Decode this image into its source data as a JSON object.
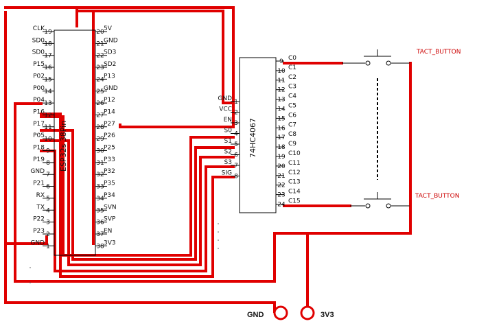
{
  "esp32": {
    "name": "ESP32s 38Pin",
    "left_pins": [
      {
        "name": "CLK",
        "num": "19"
      },
      {
        "name": "SD0",
        "num": "18"
      },
      {
        "name": "SD0",
        "num": "17"
      },
      {
        "name": "P15",
        "num": "16"
      },
      {
        "name": "P02",
        "num": "15"
      },
      {
        "name": "P00",
        "num": "14"
      },
      {
        "name": "P04",
        "num": "13"
      },
      {
        "name": "P16",
        "num": "12"
      },
      {
        "name": "P17",
        "num": "11"
      },
      {
        "name": "P05",
        "num": "10"
      },
      {
        "name": "P18",
        "num": "9"
      },
      {
        "name": "P19",
        "num": "8"
      },
      {
        "name": "GND",
        "num": "7"
      },
      {
        "name": "P21",
        "num": "6"
      },
      {
        "name": "RX",
        "num": "5"
      },
      {
        "name": "TX",
        "num": "4"
      },
      {
        "name": "P22",
        "num": "3"
      },
      {
        "name": "P23",
        "num": "2"
      },
      {
        "name": "GND",
        "num": "1"
      }
    ],
    "right_pins": [
      {
        "name": "5V",
        "num": "20"
      },
      {
        "name": "GND",
        "num": "21"
      },
      {
        "name": "SD3",
        "num": "22"
      },
      {
        "name": "SD2",
        "num": "23"
      },
      {
        "name": "P13",
        "num": "24"
      },
      {
        "name": "GND",
        "num": "25"
      },
      {
        "name": "P12",
        "num": "26"
      },
      {
        "name": "P14",
        "num": "27"
      },
      {
        "name": "P27",
        "num": "28"
      },
      {
        "name": "P26",
        "num": "29"
      },
      {
        "name": "P25",
        "num": "30"
      },
      {
        "name": "P33",
        "num": "31"
      },
      {
        "name": "P32",
        "num": "32"
      },
      {
        "name": "P35",
        "num": "33"
      },
      {
        "name": "P34",
        "num": "34"
      },
      {
        "name": "SVN",
        "num": "35"
      },
      {
        "name": "SVP",
        "num": "36"
      },
      {
        "name": "EN",
        "num": "37"
      },
      {
        "name": "3V3",
        "num": "38"
      }
    ]
  },
  "mux": {
    "name": "74HC4067",
    "left_pins": [
      {
        "name": "GND",
        "num": "1"
      },
      {
        "name": "VCC",
        "num": "2"
      },
      {
        "name": "EN",
        "num": "3"
      },
      {
        "name": "S0",
        "num": "4"
      },
      {
        "name": "S1",
        "num": "5"
      },
      {
        "name": "S2",
        "num": "6"
      },
      {
        "name": "S3",
        "num": "7"
      },
      {
        "name": "SIG",
        "num": "8"
      }
    ],
    "right_pins": [
      {
        "name": "C0",
        "num": "9"
      },
      {
        "name": "C1",
        "num": "10"
      },
      {
        "name": "C2",
        "num": "11"
      },
      {
        "name": "C3",
        "num": "12"
      },
      {
        "name": "C4",
        "num": "13"
      },
      {
        "name": "C5",
        "num": "14"
      },
      {
        "name": "C6",
        "num": "15"
      },
      {
        "name": "C7",
        "num": "16"
      },
      {
        "name": "C8",
        "num": "17"
      },
      {
        "name": "C9",
        "num": "18"
      },
      {
        "name": "C10",
        "num": "19"
      },
      {
        "name": "C11",
        "num": "20"
      },
      {
        "name": "C12",
        "num": "21"
      },
      {
        "name": "C13",
        "num": "22"
      },
      {
        "name": "C14",
        "num": "23"
      },
      {
        "name": "C15",
        "num": "24"
      }
    ]
  },
  "buttons": {
    "top_label": "TACT_BUTTON",
    "bottom_label": "TACT_BUTTON"
  },
  "power": {
    "gnd_label": "GND",
    "v33_label": "3V3"
  },
  "colors": {
    "wire": "#e00000",
    "outline": "#000000",
    "button_label": "#cc0000"
  }
}
